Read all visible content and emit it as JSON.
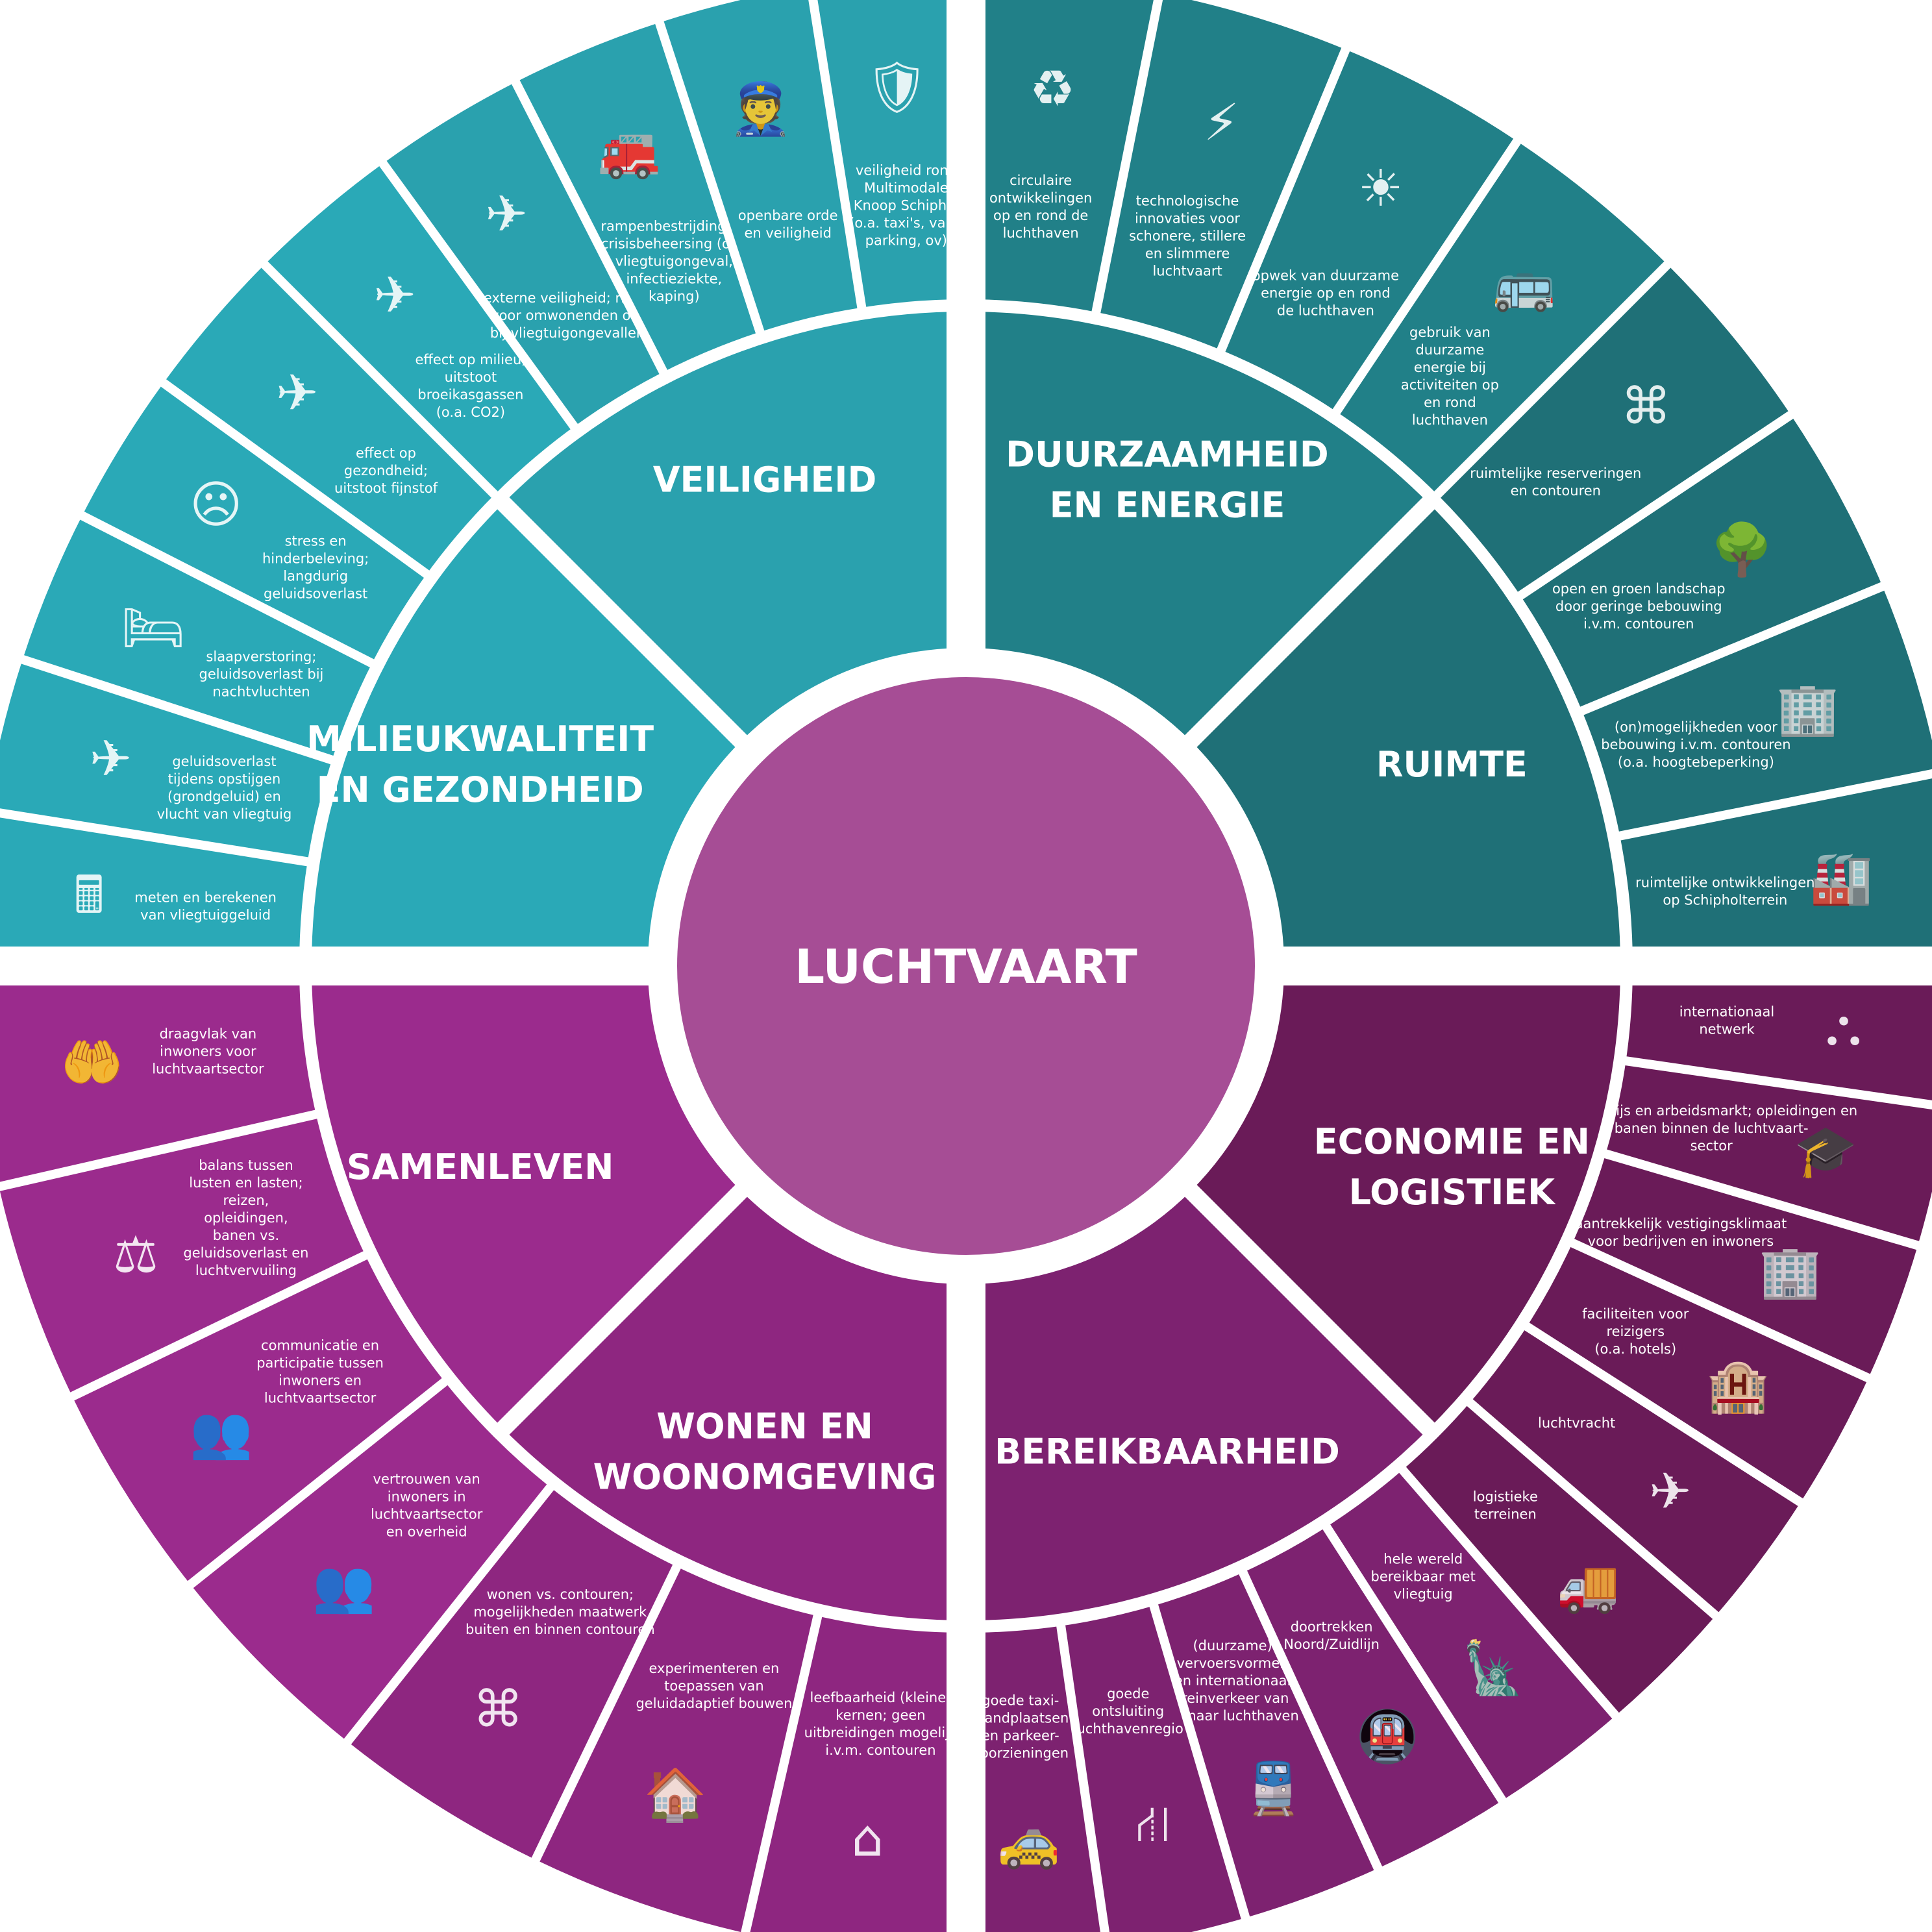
{
  "center": {
    "label": "LUCHTVAART",
    "color": "#a64d95"
  },
  "quadrants": [
    {
      "id": "q-top-left",
      "color": "#2aa7b4",
      "sectors": [
        {
          "id": "veiligheid",
          "label_lines": [
            "VEILIGHEID"
          ],
          "color": "#2aa1ae",
          "items": [
            {
              "lines": [
                "externe veiligheid; risico",
                "voor omwonenden om",
                "bij vliegtuigongevallen"
              ],
              "icon": "plane-crash-house-icon",
              "glyph": "✈"
            },
            {
              "lines": [
                "rampenbestrijding en",
                "crisisbeheersing (o.a.",
                "vliegtuigongeval,",
                "infectieziekte,",
                "kaping)"
              ],
              "icon": "fire-truck-icon",
              "glyph": "🚒"
            },
            {
              "lines": [
                "openbare orde",
                "en veiligheid"
              ],
              "icon": "police-officers-icon",
              "glyph": "👮"
            },
            {
              "lines": [
                "veiligheid rond",
                "Multimodale",
                "Knoop Schiphol",
                "(o.a. taxi's, valet",
                "parking, ov)"
              ],
              "icon": "shield-transport-icon",
              "glyph": "🛡"
            }
          ]
        },
        {
          "id": "milieukwaliteit",
          "label_lines": [
            "MILIEUKWALITEIT",
            "EN GEZONDHEID"
          ],
          "color": "#2aa9b7",
          "items": [
            {
              "lines": [
                "meten en berekenen",
                "van vliegtuiggeluid"
              ],
              "icon": "noise-calculator-icon",
              "glyph": "🖩"
            },
            {
              "lines": [
                "geluidsoverlast",
                "tijdens opstijgen",
                "(grondgeluid) en",
                "vlucht van vliegtuig"
              ],
              "icon": "takeoff-noise-icon",
              "glyph": "✈"
            },
            {
              "lines": [
                "slaapverstoring;",
                "geluidsoverlast bij",
                "nachtvluchten"
              ],
              "icon": "sleep-bed-icon",
              "glyph": "🛏"
            },
            {
              "lines": [
                "stress en",
                "hinderbeleving;",
                "langdurig",
                "geluidsoverlast"
              ],
              "icon": "stress-person-icon",
              "glyph": "☹"
            },
            {
              "lines": [
                "effect op",
                "gezondheid;",
                "uitstoot fijnstof"
              ],
              "icon": "particulate-plane-icon",
              "glyph": "✈"
            },
            {
              "lines": [
                "effect op milieu;",
                "uitstoot",
                "broeikasgassen",
                "(o.a. CO2)"
              ],
              "icon": "co2-plane-icon",
              "glyph": "✈"
            }
          ]
        }
      ]
    },
    {
      "id": "q-top-right",
      "color": "#237f88",
      "sectors": [
        {
          "id": "duurzaamheid",
          "label_lines": [
            "DUURZAAMHEID",
            "EN ENERGIE"
          ],
          "color": "#218088",
          "items": [
            {
              "lines": [
                "circulaire",
                "ontwikkelingen",
                "op en rond de",
                "luchthaven"
              ],
              "icon": "recycle-tower-icon",
              "glyph": "♻"
            },
            {
              "lines": [
                "technologische",
                "innovaties voor",
                "schonere, stillere",
                "en slimmere",
                "luchtvaart"
              ],
              "icon": "electric-plane-icon",
              "glyph": "⚡"
            },
            {
              "lines": [
                "opwek van duurzame",
                "energie op en rond",
                "de luchthaven"
              ],
              "icon": "solar-panel-icon",
              "glyph": "☀"
            },
            {
              "lines": [
                "gebruik van",
                "duurzame",
                "energie bij",
                "activiteiten op",
                "en rond",
                "luchthaven"
              ],
              "icon": "electric-bus-icon",
              "glyph": "🚌"
            }
          ]
        },
        {
          "id": "ruimte",
          "label_lines": [
            "RUIMTE"
          ],
          "color": "#1f7077",
          "items": [
            {
              "lines": [
                "ruimtelijke reserveringen",
                "en contouren"
              ],
              "icon": "contour-map-icon",
              "glyph": "⌘"
            },
            {
              "lines": [
                "open en groen landschap",
                "door geringe bebouwing",
                "i.v.m. contouren"
              ],
              "icon": "green-landscape-icon",
              "glyph": "🌳"
            },
            {
              "lines": [
                "(on)mogelijkheden voor",
                "bebouwing i.v.m. contouren",
                "(o.a. hoogtebeperking)"
              ],
              "icon": "buildings-icon",
              "glyph": "🏢"
            },
            {
              "lines": [
                "ruimtelijke ontwikkelingen",
                "op Schipholterrein"
              ],
              "icon": "terminal-tower-icon",
              "glyph": "🏭"
            }
          ]
        }
      ]
    },
    {
      "id": "q-bottom-right",
      "color": "#6a1f5d",
      "sectors": [
        {
          "id": "economie",
          "label_lines": [
            "ECONOMIE EN",
            "LOGISTIEK"
          ],
          "color": "#6a1b58",
          "items": [
            {
              "lines": [
                "internationaal",
                "netwerk"
              ],
              "icon": "network-icon",
              "glyph": "⛬"
            },
            {
              "lines": [
                "onderwijs en arbeidsmarkt; opleidingen en",
                "banen binnen de luchtvaart-",
                "sector"
              ],
              "icon": "education-icon",
              "glyph": "🎓"
            },
            {
              "lines": [
                "aantrekkelijk vestigingsklimaat",
                "voor bedrijven en inwoners"
              ],
              "icon": "office-house-icon",
              "glyph": "🏢"
            },
            {
              "lines": [
                "faciliteiten voor",
                "reizigers",
                "(o.a. hotels)"
              ],
              "icon": "hotel-icon",
              "glyph": "🏨"
            },
            {
              "lines": [
                "luchtvracht"
              ],
              "icon": "cargo-plane-icon",
              "glyph": "✈"
            },
            {
              "lines": [
                "logistieke",
                "terreinen"
              ],
              "icon": "logistics-truck-icon",
              "glyph": "🚚"
            }
          ]
        },
        {
          "id": "bereikbaarheid",
          "label_lines": [
            "BEREIKBAARHEID"
          ],
          "color": "#7d2270",
          "items": [
            {
              "lines": [
                "hele wereld",
                "bereikbaar met",
                "vliegtuig"
              ],
              "icon": "world-landmarks-icon",
              "glyph": "🗽"
            },
            {
              "lines": [
                "doortrekken",
                "Noord/Zuidlijn"
              ],
              "icon": "metro-train-icon",
              "glyph": "🚇"
            },
            {
              "lines": [
                "(duurzame)",
                "vervoersvormen",
                "en internationaal",
                "treinverkeer van",
                "en naar luchthaven"
              ],
              "icon": "train-car-icon",
              "glyph": "🚆"
            },
            {
              "lines": [
                "goede",
                "ontsluiting",
                "luchthavenregio"
              ],
              "icon": "road-junction-icon",
              "glyph": "⛙"
            },
            {
              "lines": [
                "goede taxi-",
                "standplaatsen",
                "en parkeer-",
                "voorzieningen"
              ],
              "icon": "taxi-parking-icon",
              "glyph": "🚕"
            }
          ]
        }
      ]
    },
    {
      "id": "q-bottom-left",
      "color": "#9b2b8c",
      "sectors": [
        {
          "id": "wonen",
          "label_lines": [
            "WONEN EN",
            "WOONOMGEVING"
          ],
          "color": "#8e2680",
          "items": [
            {
              "lines": [
                "leefbaarheid (kleine)",
                "kernen; geen",
                "uitbreidingen mogelijk",
                "i.v.m. contouren"
              ],
              "icon": "houses-row-icon",
              "glyph": "⌂"
            },
            {
              "lines": [
                "experimenteren en",
                "toepassen van",
                "geluidadaptief bouwen"
              ],
              "icon": "tree-house-icon",
              "glyph": "🏠"
            },
            {
              "lines": [
                "wonen vs. contouren;",
                "mogelijkheden maatwerk",
                "buiten en binnen contouren"
              ],
              "icon": "contour-map-icon",
              "glyph": "⌘"
            }
          ]
        },
        {
          "id": "samenleven",
          "label_lines": [
            "SAMENLEVEN"
          ],
          "color": "#9b2b8d",
          "items": [
            {
              "lines": [
                "vertrouwen van",
                "inwoners in",
                "luchtvaartsector",
                "en overheid"
              ],
              "icon": "community-trust-icon",
              "glyph": "👥"
            },
            {
              "lines": [
                "communicatie en",
                "participatie tussen",
                "inwoners en",
                "luchtvaartsector"
              ],
              "icon": "presentation-icon",
              "glyph": "👥"
            },
            {
              "lines": [
                "balans tussen",
                "lusten en lasten;",
                "reizen,",
                "opleidingen,",
                "banen vs.",
                "geluidsoverlast en",
                "luchtvervuiling"
              ],
              "icon": "balance-scale-icon",
              "glyph": "⚖"
            },
            {
              "lines": [
                "draagvlak van",
                "inwoners voor",
                "luchtvaartsector"
              ],
              "icon": "hands-plane-icon",
              "glyph": "🤲"
            }
          ]
        }
      ]
    }
  ]
}
